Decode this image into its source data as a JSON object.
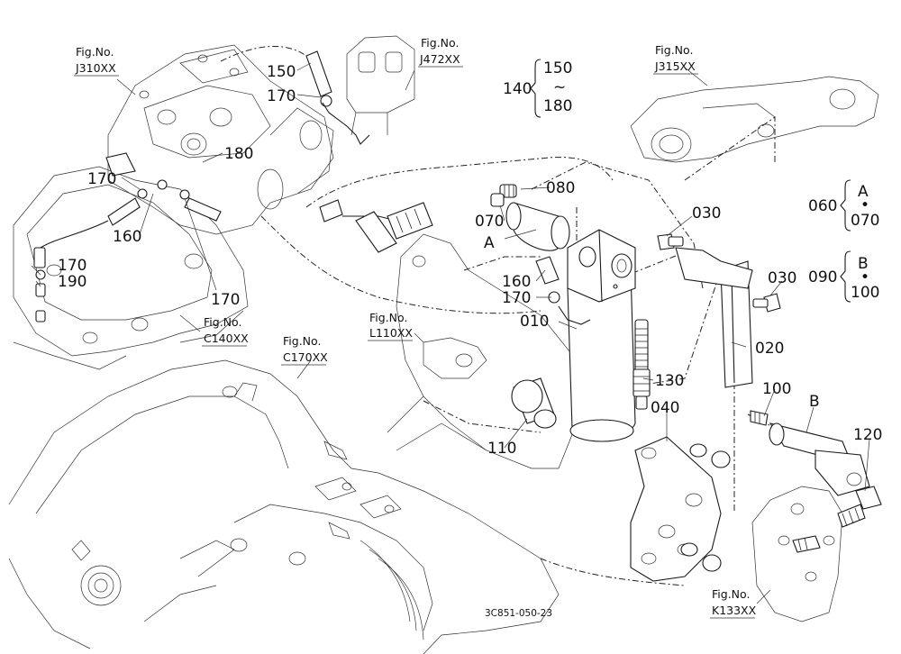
{
  "callouts": [
    {
      "id": "c150a",
      "text": "150"
    },
    {
      "id": "c170a",
      "text": "170"
    },
    {
      "id": "c180",
      "text": "180"
    },
    {
      "id": "c170b",
      "text": "170"
    },
    {
      "id": "c160a",
      "text": "160"
    },
    {
      "id": "c170c",
      "text": "170"
    },
    {
      "id": "c190",
      "text": "190"
    },
    {
      "id": "c170d",
      "text": "170"
    },
    {
      "id": "c080",
      "text": "080"
    },
    {
      "id": "c070",
      "text": "070"
    },
    {
      "id": "cA",
      "text": "A"
    },
    {
      "id": "c160b",
      "text": "160"
    },
    {
      "id": "c170e",
      "text": "170"
    },
    {
      "id": "c010",
      "text": "010"
    },
    {
      "id": "c030a",
      "text": "030"
    },
    {
      "id": "c030b",
      "text": "030"
    },
    {
      "id": "c020",
      "text": "020"
    },
    {
      "id": "c130",
      "text": "130"
    },
    {
      "id": "c110",
      "text": "110"
    },
    {
      "id": "c040",
      "text": "040"
    },
    {
      "id": "c100",
      "text": "100"
    },
    {
      "id": "cB",
      "text": "B"
    },
    {
      "id": "c120",
      "text": "120"
    }
  ],
  "groups": {
    "g140": {
      "label": "140",
      "top": "150",
      "mid": "~",
      "bottom": "180"
    },
    "g060": {
      "label": "060",
      "top": "A",
      "mid": "•",
      "bottom": "070"
    },
    "g090": {
      "label": "090",
      "top": "B",
      "mid": "•",
      "bottom": "100"
    }
  },
  "figrefs": [
    {
      "id": "f310",
      "line1": "Fig.No.",
      "line2": "J310XX"
    },
    {
      "id": "f472",
      "line1": "Fig.No.",
      "line2": "J472XX"
    },
    {
      "id": "f315",
      "line1": "Fig.No.",
      "line2": "J315XX"
    },
    {
      "id": "f140",
      "line1": "Fig.No.",
      "line2": "C140XX"
    },
    {
      "id": "f170",
      "line1": "Fig.No.",
      "line2": "C170XX"
    },
    {
      "id": "f110",
      "line1": "Fig.No.",
      "line2": "L110XX"
    },
    {
      "id": "f133",
      "line1": "Fig.No.",
      "line2": "K133XX"
    }
  ],
  "catalog_number": "3C851-050-23"
}
